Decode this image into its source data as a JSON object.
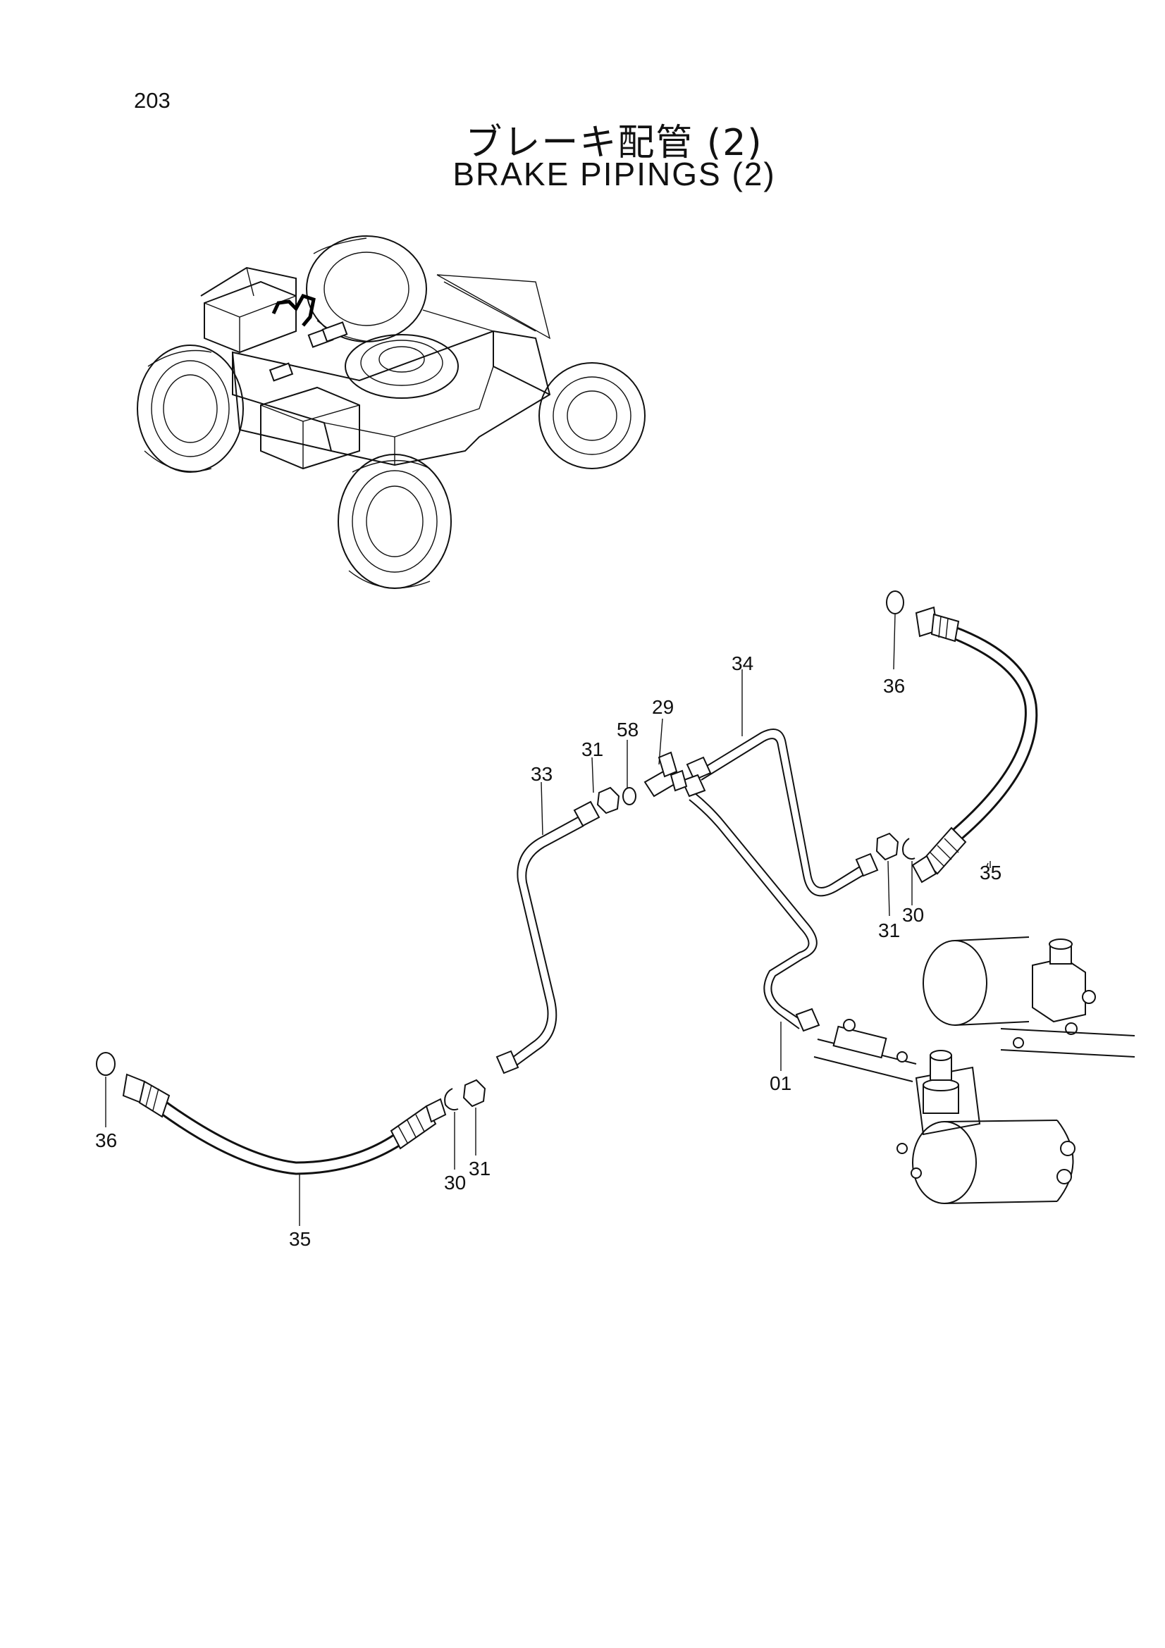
{
  "page_number": "203",
  "title_jp": "ブレーキ配管 (2)",
  "title_en": "BRAKE PIPINGS (2)",
  "callouts": {
    "c36_top": "36",
    "c34": "34",
    "c29": "29",
    "c58": "58",
    "c31_left": "31",
    "c33": "33",
    "c35_right": "35",
    "c31_right": "31",
    "c30_right": "30",
    "c01": "01",
    "c36_left": "36",
    "c30_left": "30",
    "c31_bottom": "31",
    "c35_bottom": "35"
  }
}
